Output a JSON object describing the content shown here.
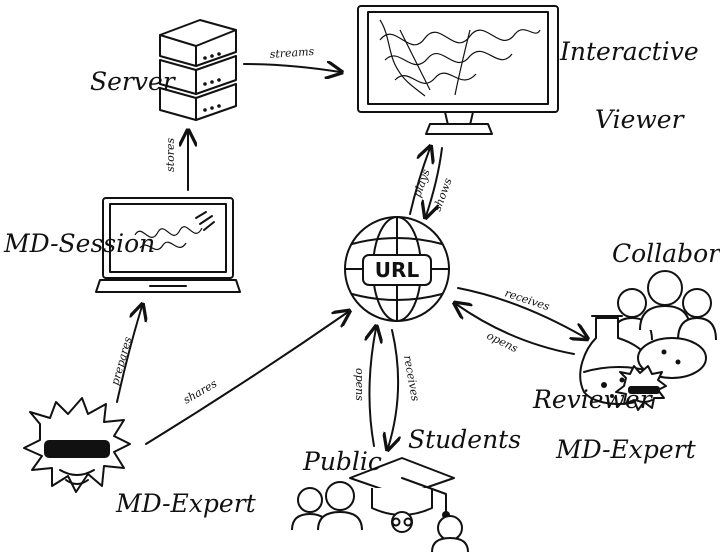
{
  "nodes": {
    "server": "Server",
    "viewer_line1": "Interactive",
    "viewer_line2": "Viewer",
    "session": "MD-Session",
    "url": "URL",
    "collaborators": "Collaborators",
    "reviewer_line1": "Reviewer",
    "reviewer_line2": "MD-Expert",
    "expert": "MD-Expert",
    "public": "Public",
    "students": "Students"
  },
  "edges": {
    "streams": "streams",
    "stores": "stores",
    "plays": "plays",
    "shows": "shows",
    "prepares": "prepares",
    "shares": "shares",
    "receives_collab": "receives",
    "opens_collab": "opens",
    "opens_public": "opens",
    "receives_public": "receives"
  },
  "colors": {
    "ink": "#111111",
    "paper": "#ffffff"
  }
}
